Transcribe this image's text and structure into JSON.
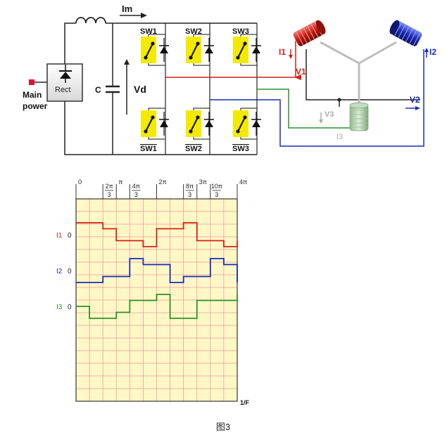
{
  "circuit": {
    "main_power": [
      "Main",
      "power"
    ],
    "rect_label": "Rect",
    "cap_label": "C",
    "vd_label": "Vd",
    "im_label": "Im",
    "switches_top": [
      "SW1",
      "SW2",
      "SW3"
    ],
    "switches_bottom": [
      "SW1",
      "SW2",
      "SW3"
    ],
    "phase_current_labels": [
      "I1",
      "I2",
      "I3"
    ],
    "phase_voltage_labels": [
      "V1",
      "V2",
      "V3"
    ],
    "colors": {
      "phase1": "#d0201a",
      "phase2": "#1a2ab8",
      "phase3": "#2c8f2c",
      "switch_bg": "#f4ea00"
    }
  },
  "chart_data": {
    "type": "line",
    "x_tick_labels": [
      {
        "text": "0",
        "x": 0
      },
      {
        "text": "2π/3",
        "x": 2.0944
      },
      {
        "text": "π",
        "x": 3.1416
      },
      {
        "text": "4π/3",
        "x": 4.1888
      },
      {
        "text": "2π",
        "x": 6.2832
      },
      {
        "text": "8π/3",
        "x": 8.3776
      },
      {
        "text": "3π",
        "x": 9.4248
      },
      {
        "text": "10π/3",
        "x": 10.472
      },
      {
        "text": "4π",
        "x": 12.5664
      }
    ],
    "xlim": [
      0,
      12.5664
    ],
    "x_end_label": "1/F",
    "grid": true,
    "series": [
      {
        "name": "I1",
        "baseline_label": "0",
        "color": "#d0201a",
        "x": [
          0,
          2.0944,
          3.1416,
          5.236,
          6.2832,
          8.3776,
          9.4248,
          11.5192,
          12.5664
        ],
        "y": [
          1,
          0.5,
          -0.5,
          -1,
          0.5,
          1,
          -0.5,
          -1,
          -0.5
        ]
      },
      {
        "name": "I2",
        "baseline_label": "0",
        "color": "#1a2ab8",
        "x": [
          0,
          2.0944,
          4.1888,
          5.236,
          7.3304,
          8.3776,
          10.472,
          11.5192,
          12.5664
        ],
        "y": [
          -1,
          -0.5,
          1,
          0.5,
          -1,
          -0.5,
          1,
          0.5,
          -1
        ]
      },
      {
        "name": "I3",
        "baseline_label": "0",
        "color": "#2c8f2c",
        "x": [
          0,
          1.0472,
          3.1416,
          4.1888,
          6.2832,
          7.3304,
          9.4248,
          10.472,
          12.5664
        ],
        "y": [
          0,
          -1,
          -0.5,
          0.5,
          1,
          -1,
          0.5,
          0.5,
          1
        ]
      }
    ]
  },
  "caption": "图3"
}
